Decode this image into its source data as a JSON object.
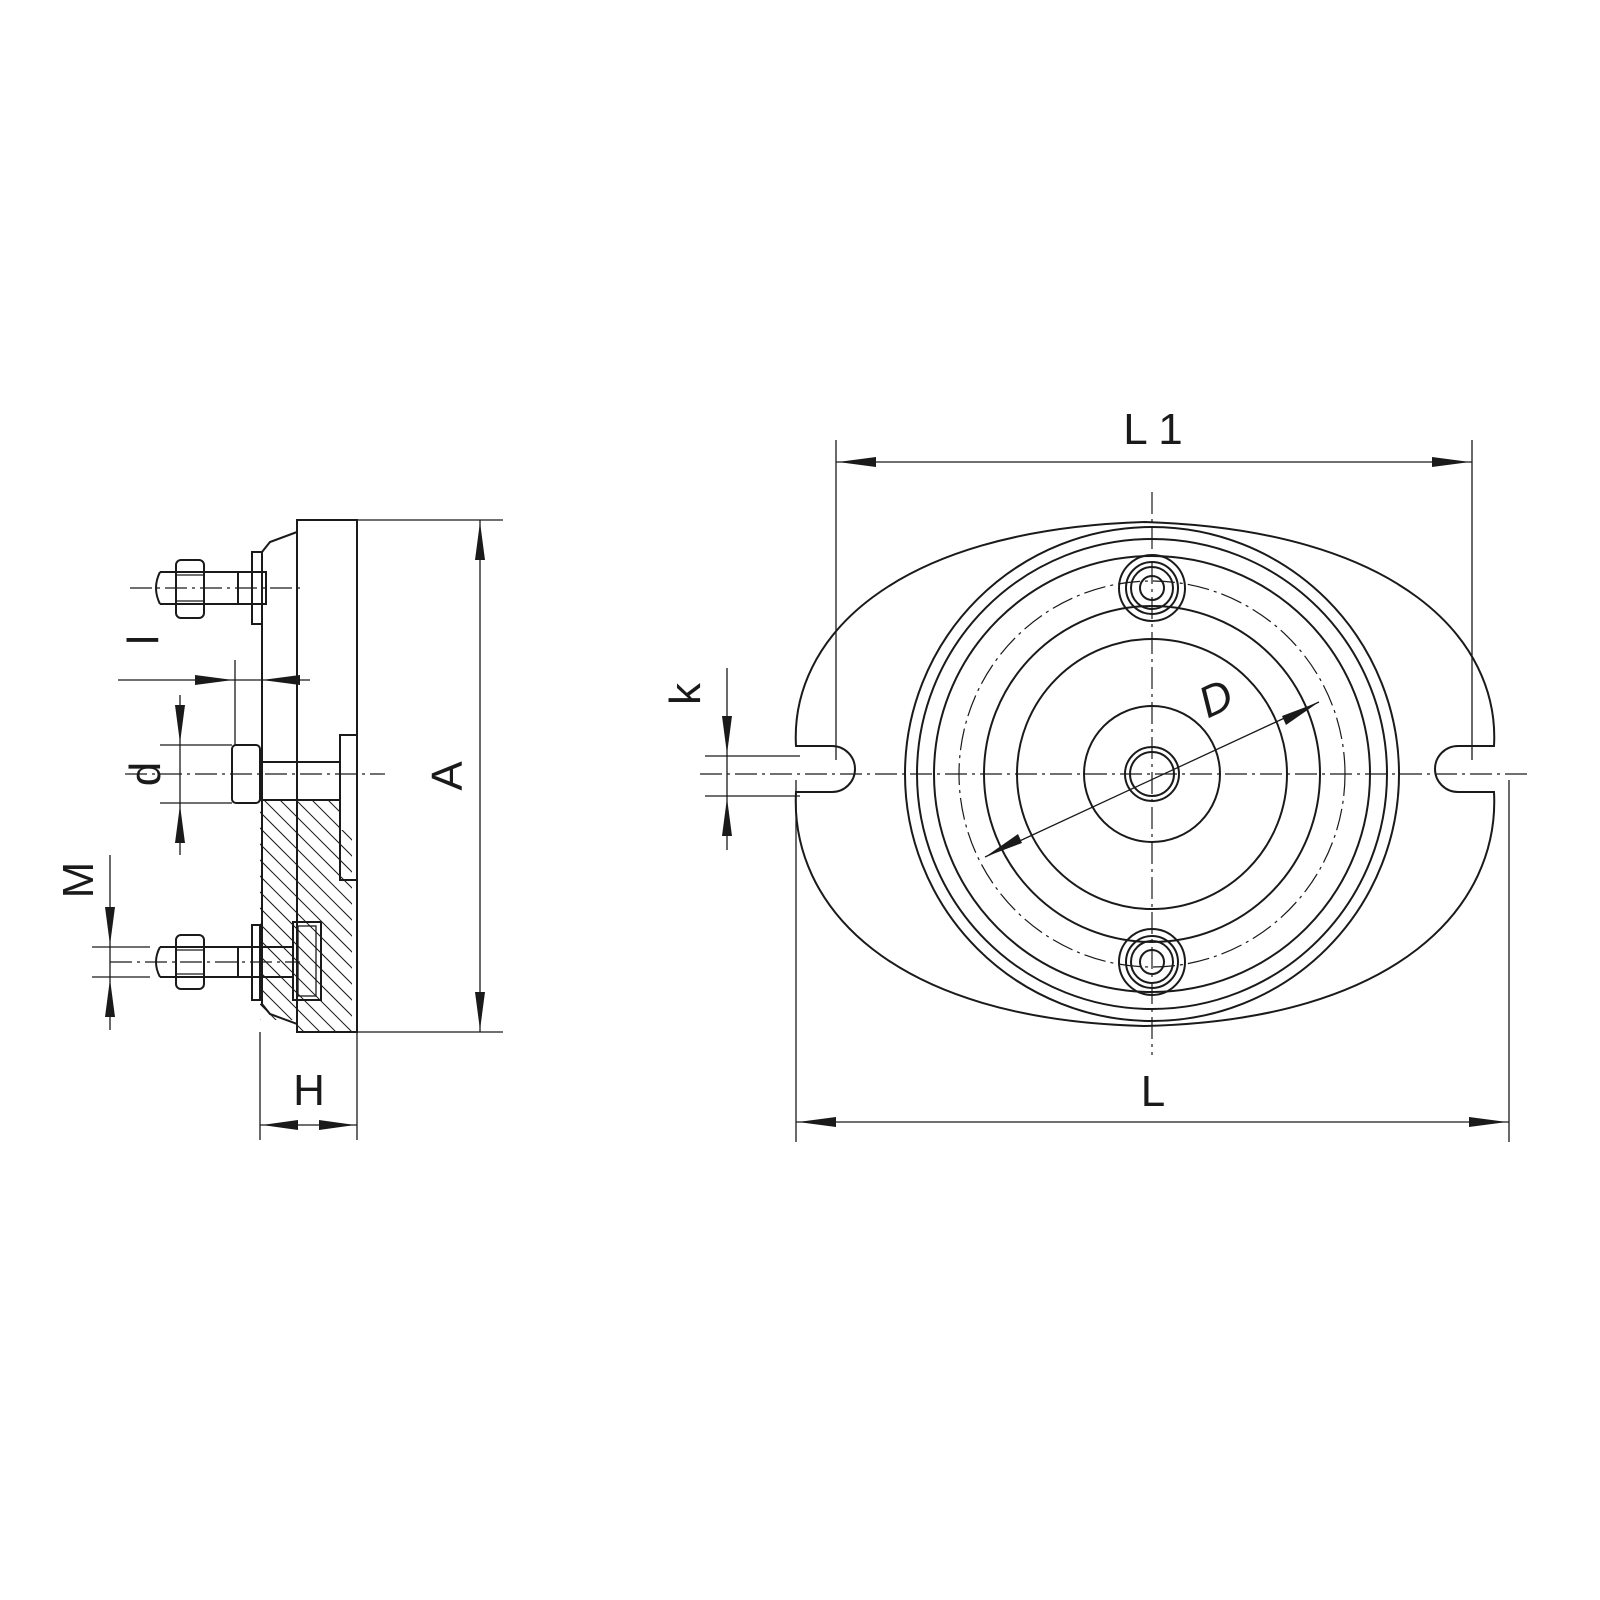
{
  "labels": {
    "L1": "L 1",
    "L": "L",
    "A": "A",
    "H": "H",
    "d": "d",
    "M": "M",
    "l": "l",
    "k": "k",
    "D": "D"
  },
  "colors": {
    "line": "#1a1a1a",
    "background": "#ffffff"
  }
}
